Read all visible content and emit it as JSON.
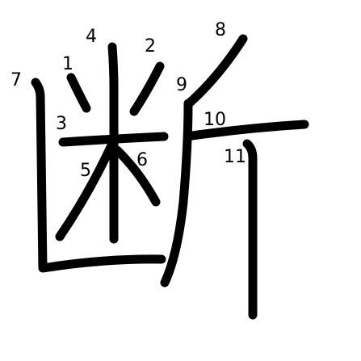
{
  "character": {
    "stroke_color": "#000000",
    "background_color": "#ffffff",
    "stroke_order_labels": [
      "1",
      "2",
      "3",
      "4",
      "5",
      "6",
      "7",
      "8",
      "9",
      "10",
      "11"
    ]
  }
}
